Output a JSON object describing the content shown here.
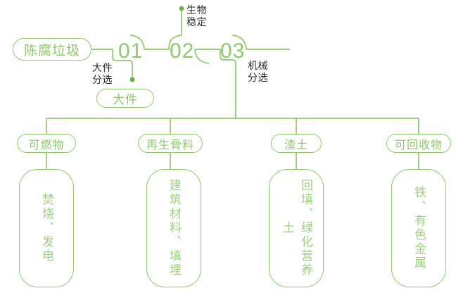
{
  "colors": {
    "green": "#8cc96a",
    "green_light": "#9ccf7c",
    "text_dark": "#2b2b2b",
    "background": "#ffffff"
  },
  "flow": {
    "root": {
      "label": "陈腐垃圾"
    },
    "stages": [
      {
        "number": "01",
        "note": "大件\n分选",
        "note_line1": "大件",
        "note_line2": "分选"
      },
      {
        "number": "02",
        "note": "生物\n稳定",
        "note_line1": "生物",
        "note_line2": "稳定"
      },
      {
        "number": "03",
        "note": "机械\n分选",
        "note_line1": "机械",
        "note_line2": "分选"
      }
    ],
    "bulky_output": {
      "label": "大件"
    }
  },
  "outputs": [
    {
      "category": "可燃物",
      "destination": "焚烧、发电"
    },
    {
      "category": "再生骨料",
      "destination": "建筑材料、填埋"
    },
    {
      "category": "渣土",
      "destination": "回填、绿化营养土"
    },
    {
      "category": "可回收物",
      "destination": "铁、有色金属"
    }
  ]
}
